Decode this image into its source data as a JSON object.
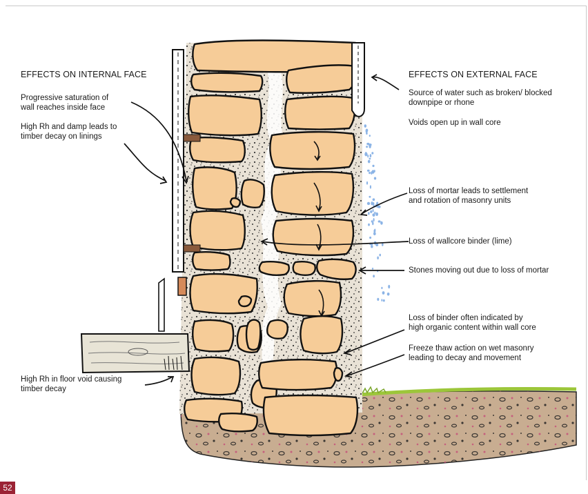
{
  "headings": {
    "internal": "EFFECTS ON INTERNAL FACE",
    "external": "EFFECTS ON EXTERNAL FACE"
  },
  "internal_labels": [
    "Progressive saturation of\nwall reaches inside face",
    "High Rh and damp leads to\ntimber decay on linings",
    "High Rh in floor void causing\ntimber decay"
  ],
  "external_labels": [
    "Source of water such as broken/ blocked\ndownpipe or rhone",
    "Voids open up in wall core",
    "Loss of mortar leads to settlement\nand rotation of masonry units",
    "Loss of wallcore binder (lime)",
    "Stones moving out due to loss of mortar",
    "Loss of binder often indicated by\nhigh organic content within wall core",
    "Freeze thaw action on wet masonry\nleading to decay and movement"
  ],
  "page_number": "52",
  "colors": {
    "stone": "#f6cc98",
    "core": "#e9e2d6",
    "ground": "#c8ad91",
    "grass": "#9cc63a",
    "timber": "#8a5a3c",
    "water": "#8cb4e6",
    "badge": "#9b2335"
  }
}
